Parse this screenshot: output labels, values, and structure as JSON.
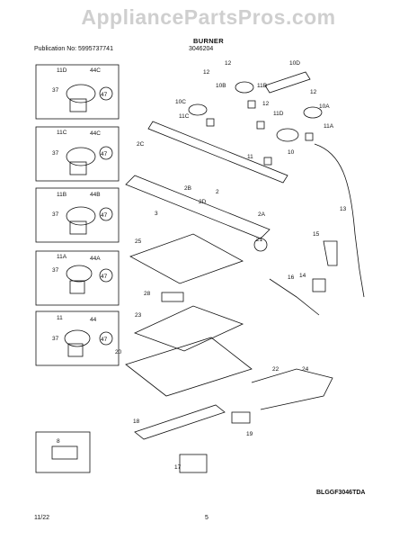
{
  "watermark": "AppliancePartsPros.com",
  "header": {
    "publication": "Publication No: 5995737741",
    "model_code": "3046204",
    "section_title": "BURNER"
  },
  "footer": {
    "date": "11/22",
    "page": "5",
    "diagram_code": "BLGGF3046TDA"
  },
  "insets": [
    {
      "id": "11D",
      "parts": [
        "44C",
        "37",
        "47"
      ]
    },
    {
      "id": "11C",
      "parts": [
        "44C",
        "37",
        "47"
      ]
    },
    {
      "id": "11B",
      "parts": [
        "44B",
        "37",
        "47"
      ]
    },
    {
      "id": "11A",
      "parts": [
        "44A",
        "37",
        "47"
      ]
    },
    {
      "id": "11",
      "parts": [
        "44",
        "37",
        "47"
      ]
    },
    {
      "id": "8",
      "parts": []
    }
  ],
  "callouts": [
    "12",
    "12",
    "12",
    "12",
    "10D",
    "10B",
    "11B",
    "10C",
    "11C",
    "11D",
    "10A",
    "2C",
    "11",
    "10",
    "11A",
    "2B",
    "2",
    "2D",
    "2A",
    "3",
    "13",
    "25",
    "21",
    "15",
    "16",
    "14",
    "28",
    "23",
    "20",
    "22",
    "24",
    "18",
    "19",
    "17"
  ]
}
